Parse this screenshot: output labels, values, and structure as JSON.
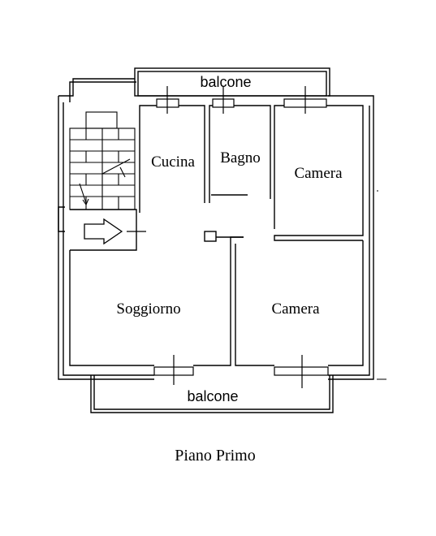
{
  "plan": {
    "caption": "Piano Primo",
    "rooms": {
      "kitchen": "Cucina",
      "bathroom": "Bagno",
      "bedroom_top": "Camera",
      "living": "Soggiorno",
      "bedroom_bottom": "Camera"
    },
    "balconies": {
      "top": "balcone",
      "bottom": "balcone"
    }
  }
}
